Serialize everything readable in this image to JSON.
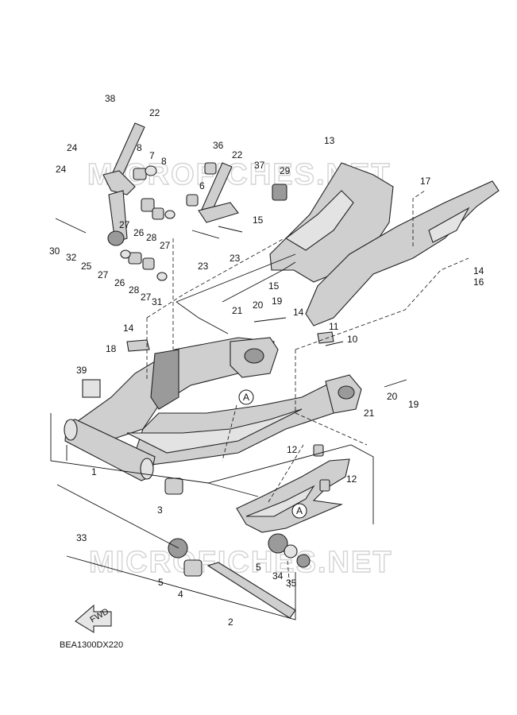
{
  "diagram_code": "BEA1300DX220",
  "watermarks": [
    "MICROFICHES.NET",
    "MICROFICHES.NET"
  ],
  "ref_mark": "A",
  "ref_mark_2": "A",
  "fwd_label": "FWD",
  "callouts": [
    "38",
    "22",
    "24",
    "8",
    "7",
    "8",
    "24",
    "36",
    "22",
    "37",
    "13",
    "29",
    "17",
    "6",
    "15",
    "30",
    "32",
    "25",
    "27",
    "26",
    "28",
    "27",
    "23",
    "23",
    "27",
    "26",
    "28",
    "27",
    "31",
    "14",
    "16",
    "15",
    "21",
    "20",
    "19",
    "14",
    "11",
    "10",
    "14",
    "18",
    "39",
    "21",
    "19",
    "20",
    "12",
    "12",
    "1",
    "3",
    "33",
    "5",
    "5",
    "4",
    "34",
    "35",
    "2"
  ]
}
